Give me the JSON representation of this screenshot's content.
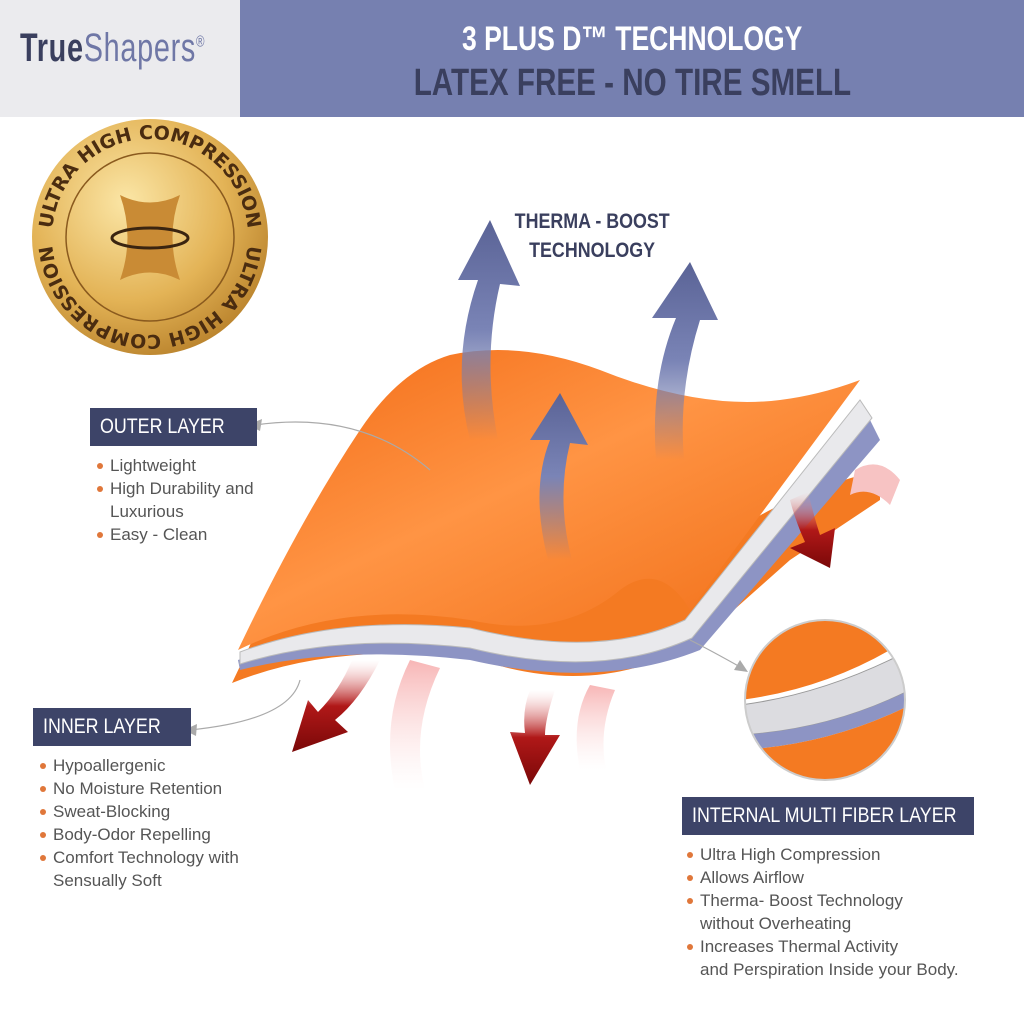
{
  "brand": {
    "bold": "True",
    "light": "Shapers",
    "mark": "®"
  },
  "header": {
    "title": "3 PLUS D™ TECHNOLOGY",
    "subtitle": "LATEX FREE - NO TIRE SMELL"
  },
  "badge": {
    "text": "ULTRA HIGH COMPRESSION"
  },
  "therma": {
    "line1": "THERMA - BOOST",
    "line2": "TECHNOLOGY"
  },
  "outer": {
    "title": "OUTER LAYER",
    "items": [
      "Lightweight",
      "High Durability and",
      "Luxurious",
      "Easy - Clean"
    ]
  },
  "inner": {
    "title": "INNER LAYER",
    "items": [
      "Hypoallergenic",
      "No Moisture Retention",
      "Sweat-Blocking",
      "Body-Odor Repelling",
      "Comfort Technology with",
      "Sensually Soft"
    ]
  },
  "internal": {
    "title": "INTERNAL MULTI FIBER LAYER",
    "items": [
      "Ultra High Compression",
      "Allows Airflow",
      "Therma- Boost Technology",
      "without Overheating",
      "Increases Thermal Activity",
      "and Perspiration Inside your Body."
    ]
  },
  "colors": {
    "header": "#7680b0",
    "navy": "#3d4468",
    "orange": "#f47a22",
    "bullet": "#e0773a",
    "gold": "#d9a94a"
  }
}
